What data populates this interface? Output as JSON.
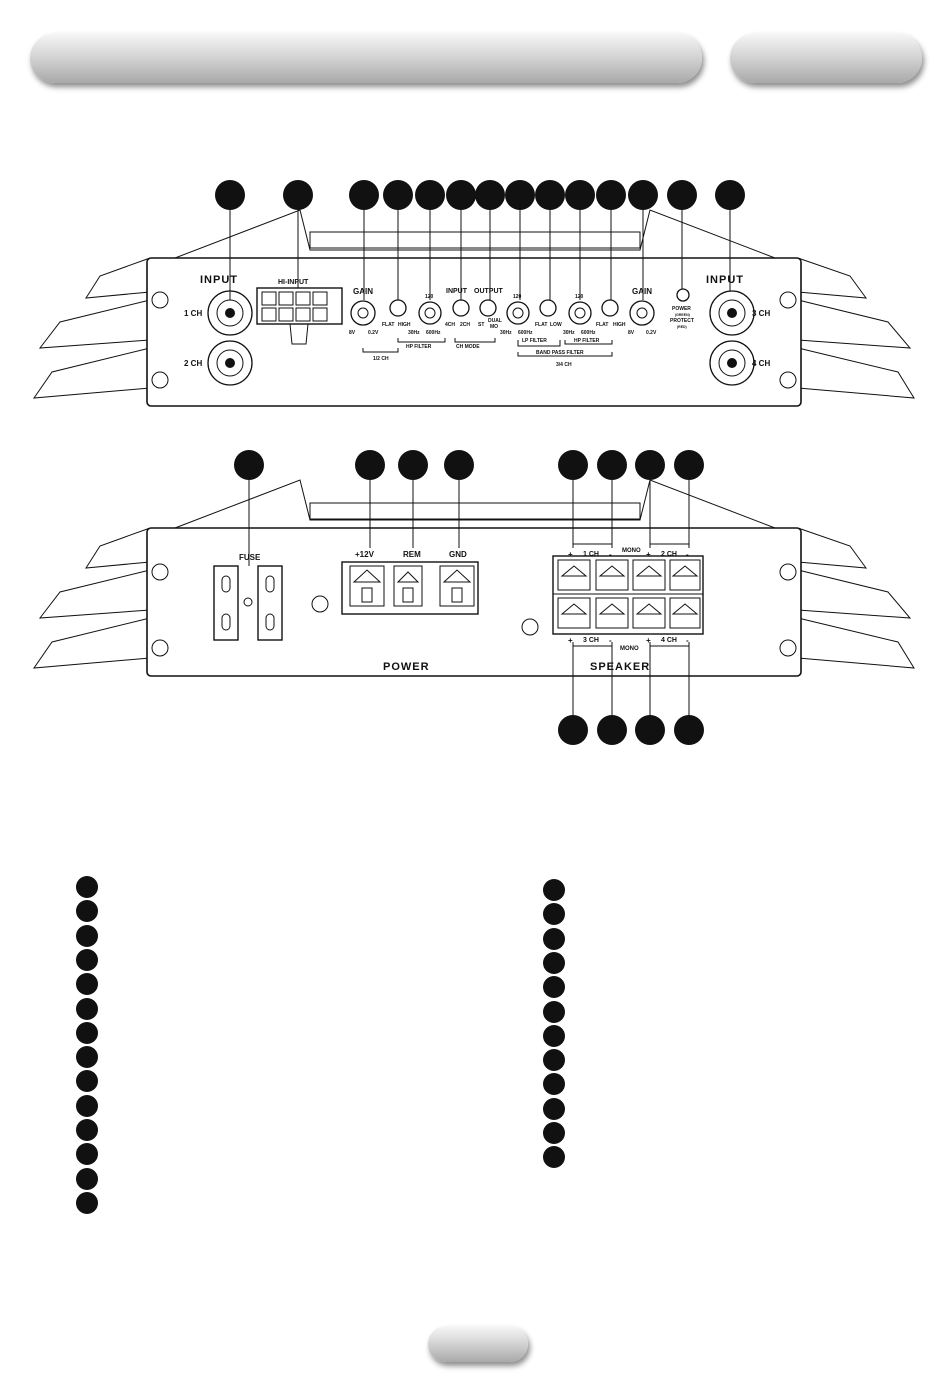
{
  "top_panel": {
    "input_left": "INPUT",
    "input_right": "INPUT",
    "hi_input": "HI-INPUT",
    "ch1": "1 CH",
    "ch2": "2 CH",
    "ch3": "3 CH",
    "ch4": "4 CH",
    "gain_left": "GAIN",
    "gain_right": "GAIN",
    "input_label": "INPUT",
    "output_label": "OUTPUT",
    "power_led": "POWER",
    "power_led_color": "(GREEN)",
    "protect_led": "PROTECT",
    "protect_led_color": "(RED)",
    "gain_left_min": "8V",
    "gain_left_max": "0.2V",
    "gain_right_min": "8V",
    "gain_right_max": "0.2V",
    "flat1": "FLAT",
    "high1": "HIGH",
    "hp_freq_top1": "120",
    "hp_freq_min1": "30Hz",
    "hp_freq_max1": "600Hz",
    "hp_filter1": "HP FILTER",
    "ch12": "1/2 CH",
    "mode_4ch": "4CH",
    "mode_2ch": "2CH",
    "mode_st": "ST",
    "mode_dual": "DUAL",
    "mode_mo": "MO",
    "ch_mode": "CH MODE",
    "lp_freq_top": "120",
    "lp_freq_min": "30Hz",
    "lp_freq_max": "600Hz",
    "flat_lp": "FLAT",
    "low_lp": "LOW",
    "lp_filter": "LP FILTER",
    "hp_freq_top2": "120",
    "hp_freq_min2": "30Hz",
    "hp_freq_max2": "600Hz",
    "flat2": "FLAT",
    "high2": "HIGH",
    "hp_filter2": "HP FILTER",
    "band_pass": "BAND PASS FILTER",
    "ch34": "3/4 CH"
  },
  "bottom_panel": {
    "fuse": "FUSE",
    "plus12v": "+12V",
    "rem": "REM",
    "gnd": "GND",
    "power": "POWER",
    "speaker": "SPEAKER",
    "sp_1ch": "1 CH",
    "sp_2ch": "2 CH",
    "sp_3ch": "3 CH",
    "sp_4ch": "4 CH",
    "mono_top": "MONO",
    "mono_bottom": "MONO",
    "plus": "+",
    "minus": "-"
  },
  "legend": {
    "left_count": 14,
    "right_count": 12
  }
}
